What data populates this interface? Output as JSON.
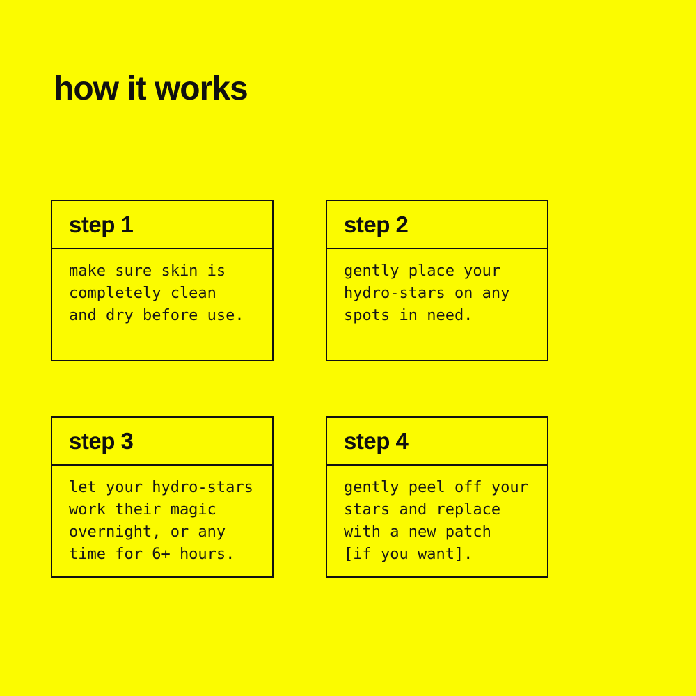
{
  "page": {
    "title": "how it works",
    "background_color": "#FBFB00",
    "text_color": "#101010",
    "border_color": "#101010"
  },
  "steps": [
    {
      "label": "step 1",
      "body": "make sure skin is\ncompletely clean\nand dry before use."
    },
    {
      "label": "step 2",
      "body": "gently place your\nhydro-stars on any\nspots in need."
    },
    {
      "label": "step 3",
      "body": "let your hydro-stars\nwork their magic\novernight, or any\ntime for 6+ hours."
    },
    {
      "label": "step 4",
      "body": "gently peel off your\nstars and replace\nwith a new patch\n[if you want]."
    }
  ]
}
